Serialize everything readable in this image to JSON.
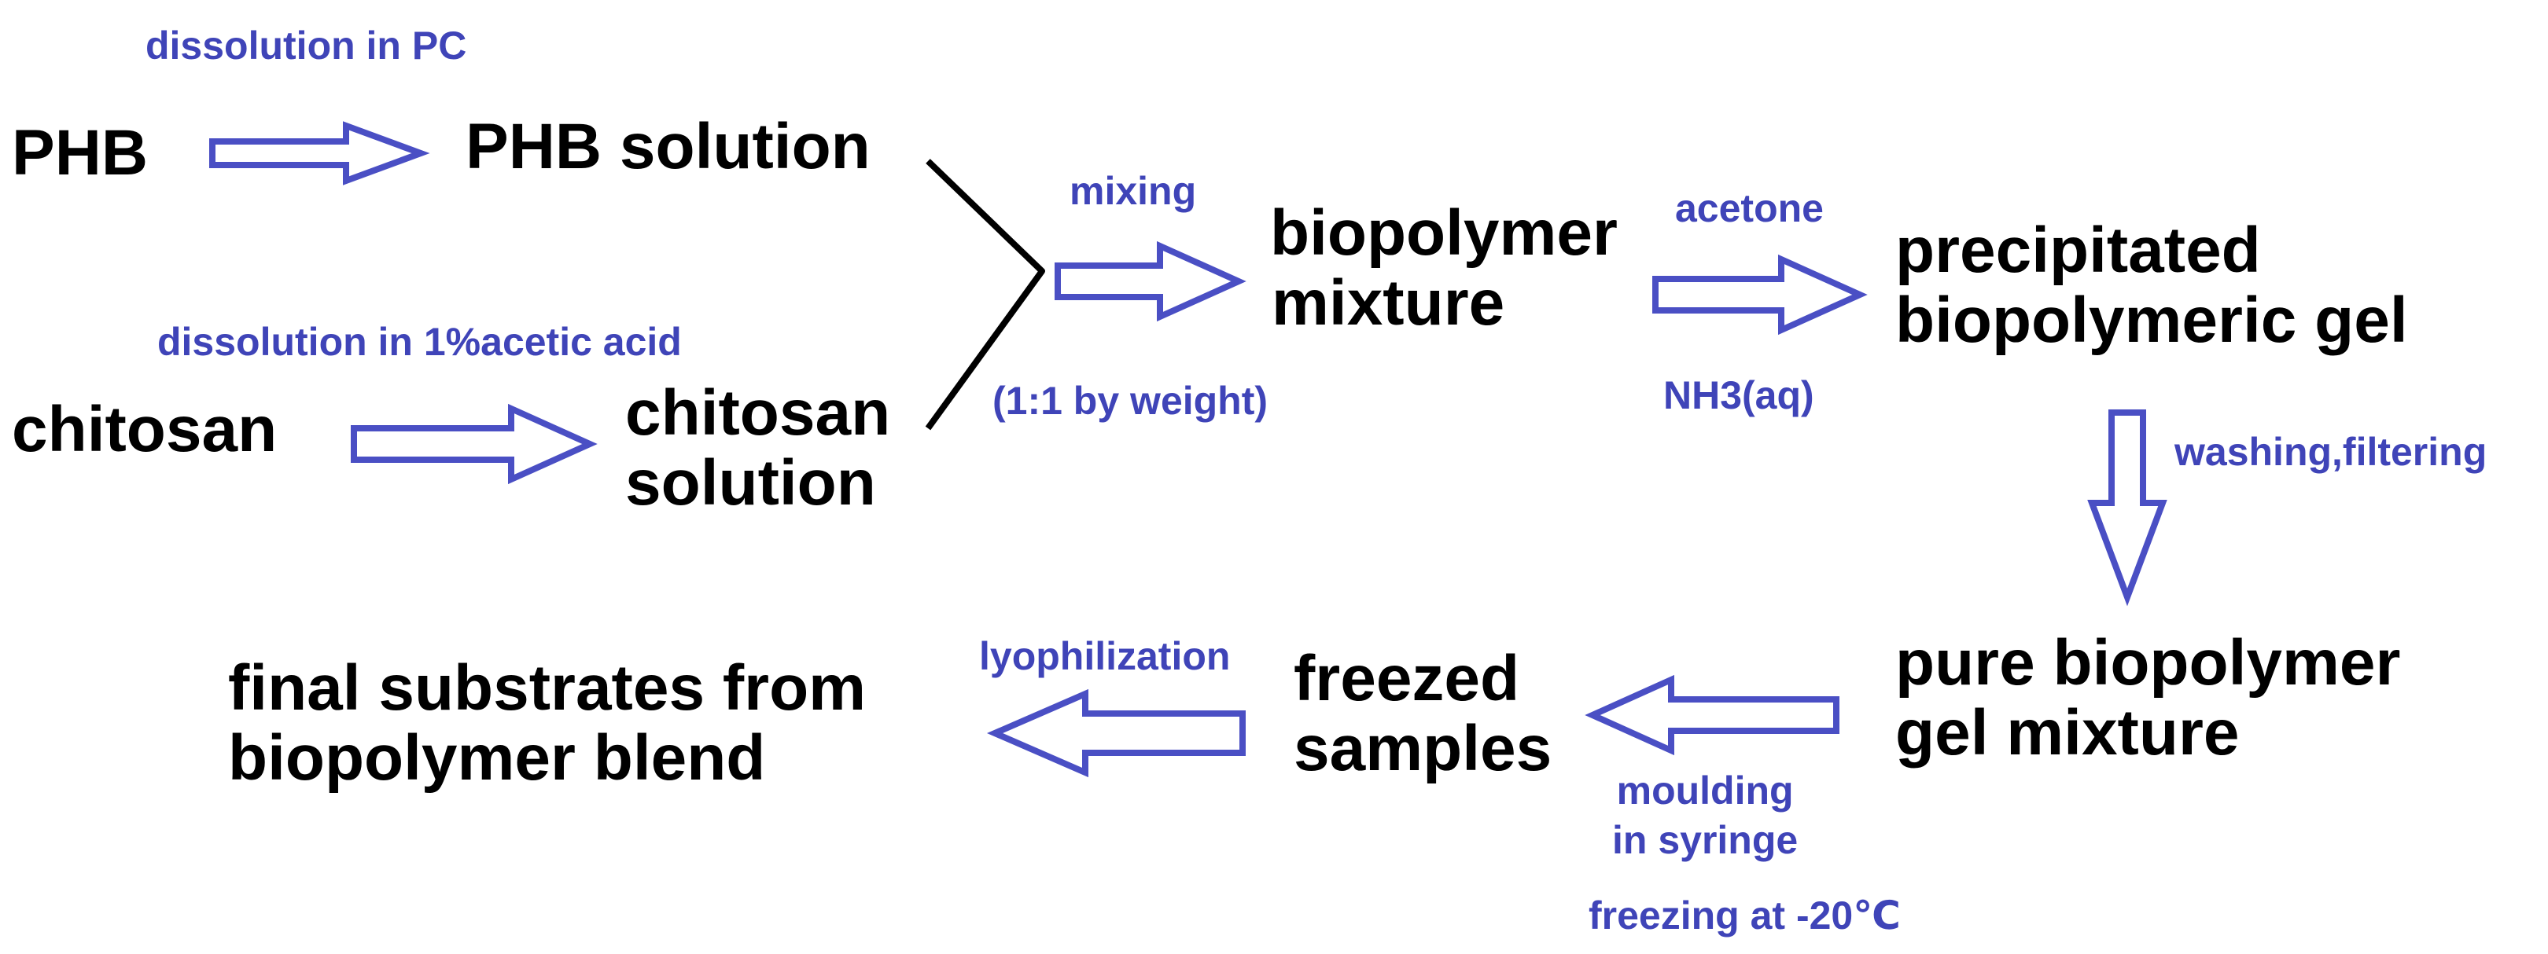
{
  "colors": {
    "arrow": "#4a4fc4",
    "label": "#3f44b8",
    "text": "#000000",
    "connector": "#000000",
    "background": "#ffffff"
  },
  "nodes": {
    "phb": "PHB",
    "phb_solution": "PHB solution",
    "chitosan": "chitosan",
    "chitosan_solution": [
      "chitosan",
      "solution"
    ],
    "biopolymer_mixture": [
      "biopolymer",
      "mixture"
    ],
    "precipitated_gel": [
      "precipitated",
      "biopolymeric gel"
    ],
    "pure_gel_mixture": [
      "pure biopolymer",
      "gel mixture"
    ],
    "freezed_samples": [
      "freezed",
      "samples"
    ],
    "final_substrates": [
      "final substrates from",
      "biopolymer blend"
    ]
  },
  "labels": {
    "dissolution_pc": "dissolution in PC",
    "dissolution_acetic": "dissolution in 1%acetic acid",
    "mixing": "mixing",
    "ratio": "(1:1 by weight)",
    "acetone": "acetone",
    "nh3": "NH3(aq)",
    "washing": "washing,filtering",
    "moulding": [
      "moulding",
      "in syringe"
    ],
    "freezing": "freezing at -20℃",
    "lyophilization": "lyophilization"
  }
}
